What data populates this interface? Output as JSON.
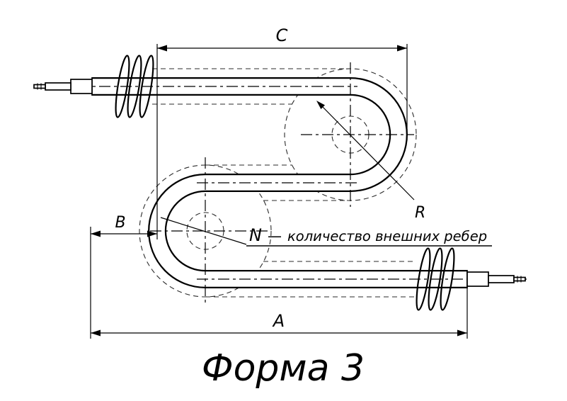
{
  "drawing": {
    "title": "Форма 3",
    "labels": {
      "length_a": "A",
      "offset_b": "B",
      "span_c": "C",
      "radius_r": "R"
    },
    "fin_note": {
      "symbol": "N",
      "separator": "—",
      "description": "количество внешних ребер"
    },
    "colors": {
      "line": "#000000",
      "background": "#ffffff"
    }
  }
}
